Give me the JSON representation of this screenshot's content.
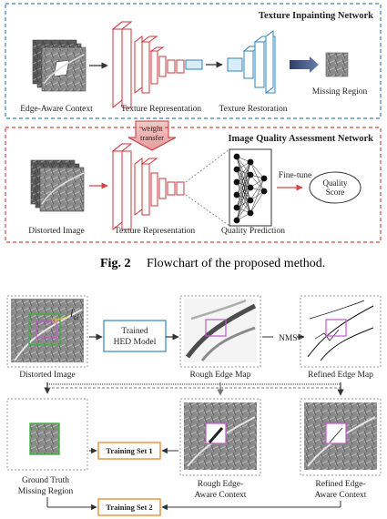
{
  "top": {
    "texture_network_title": "Texture Inpainting Network",
    "iqa_network_title": "Image Quality Assessment Network",
    "labels": {
      "edge_aware_context": "Edge-Aware Context",
      "texture_representation_1": "Texture Representation",
      "texture_restoration": "Texture Restoration",
      "missing_region": "Missing Region",
      "distorted_image": "Distorted Image",
      "texture_representation_2": "Texture Representation",
      "quality_prediction": "Quality Prediction",
      "weight_transfer_line1": "weight",
      "weight_transfer_line2": "transfer",
      "fine_tune": "Fine-tune",
      "quality_score_line1": "Quality",
      "quality_score_line2": "Score"
    }
  },
  "caption": {
    "label": "Fig. 2",
    "text": "Flowchart of the proposed method."
  },
  "bottom": {
    "labels": {
      "distorted_image": "Distorted Image",
      "trained_hed_line1": "Trained",
      "trained_hed_line2": "HED Model",
      "rough_edge_map": "Rough Edge Map",
      "nms": "NMS",
      "refined_edge_map": "Refined Edge Map",
      "ground_truth_line1": "Ground Truth",
      "ground_truth_line2": "Missing Region",
      "training_set_1": "Training Set 1",
      "training_set_2": "Training Set 2",
      "rough_context_line1": "Rough Edge-",
      "rough_context_line2": "Aware Context",
      "refined_context_line1": "Refined Edge-",
      "refined_context_line2": "Aware Context",
      "l_symbol": "l",
      "l_sub": "ol"
    }
  },
  "colors": {
    "blue_dash": "#3a7fc1",
    "red_dash": "#d64545",
    "cnn_red": "#c8373b",
    "cnn_blue": "#2e86c1",
    "orange": "#e6862a",
    "purple": "#c058c8",
    "green": "#3fae3f"
  }
}
